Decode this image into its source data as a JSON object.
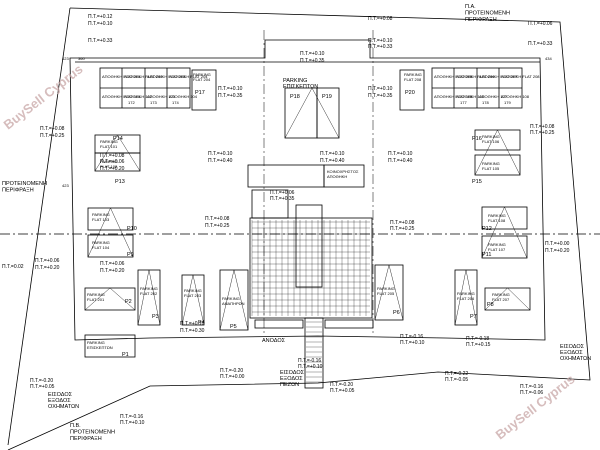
{
  "watermark": "BuySell Cyprus",
  "street_labels": {
    "top": [
      "Π.Α.",
      "ΠΡΟΤΕΙΝΟΜΕΝΗ",
      "ΠΕΡΙΦΡΑΞΗ"
    ],
    "left": [
      "ΠΡΟΤΕΙΝΟΜΕΝΗ",
      "ΠΕΡΙΦΡΑΞΗ"
    ],
    "bottom": [
      "Π.Β.",
      "ΠΡΟΤΕΙΝΟΜΕΝΗ",
      "ΠΕΡΙΦΡΑΞΗ"
    ]
  },
  "entrances": {
    "vehicle": [
      "ΕΙΣΟΔΟΣ",
      "ΕΞΟΔΟΣ",
      "ΟΧΗΜΑΤΩΝ"
    ],
    "pedestrian": [
      "ΕΙΣΟΔΟΣ",
      "ΕΞΟΔΟΣ",
      "ΠΕΖΩΝ"
    ],
    "vehicle_right": [
      "ΕΙΣΟΔΟΣ",
      "ΕΞΟΔΟΣ",
      "ΟΧΗΜΑΤΩΝ"
    ]
  },
  "ramp_label": "ΑΝΟΔΟΣ",
  "visitor_parking": [
    "PARKING",
    "ΕΠΙΣΚΕΠΤΩΝ"
  ],
  "central_services": [
    "ΚΟΙΝΟΧΡΗΣΤΟΣ",
    "ΑΠΟΘΗΚΗ"
  ],
  "dimensions": [
    "423",
    "434",
    "423",
    "360"
  ],
  "storage_rooms": {
    "left": [
      "ΑΠΟΘΗΚΗ FLAT 201",
      "ΑΠΟΘΗΚΗ FLAT 202",
      "ΑΠΟΘΗΚΗ FLAT 203",
      "ΑΠΟΘΗΚΗ FLAT 204",
      "ΑΠΟΘΗΚΗ FLAT 101",
      "ΑΠΟΘΗΚΗ 102",
      "ΑΠΟΘΗΚΗ 103",
      "ΑΠΟΘΗΚΗ 104"
    ],
    "right": [
      "ΑΠΟΘΗΚΗ FLAT 205",
      "ΑΠΟΘΗΚΗ FLAT 206",
      "ΑΠΟΘΗΚΗ FLAT 207",
      "ΑΠΟΘΗΚΗ FLAT 208",
      "ΑΠΟΘΗΚΗ FLAT 105",
      "ΑΠΟΘΗΚΗ 106",
      "ΑΠΟΘΗΚΗ 107",
      "ΑΠΟΘΗΚΗ 108"
    ],
    "numbers_left": [
      "172",
      "173",
      "174"
    ],
    "numbers_right": [
      "177",
      "178",
      "179"
    ]
  },
  "parking_spaces": [
    {
      "id": "P1",
      "label": [
        "PARKING",
        "ΕΠΙΣΚΕΠΤΩΝ"
      ]
    },
    {
      "id": "P2",
      "label": [
        "PARKING",
        "FLAT 201"
      ]
    },
    {
      "id": "P3",
      "label": [
        "PARKING",
        "FLAT 202"
      ]
    },
    {
      "id": "P4",
      "label": [
        "PARKING",
        "FLAT 203"
      ]
    },
    {
      "id": "P5",
      "label": [
        "PARKING",
        "ΑΝΑΠΗΡΩΝ"
      ]
    },
    {
      "id": "P6",
      "label": [
        "PARKING",
        "FLAT 205"
      ]
    },
    {
      "id": "P7",
      "label": [
        "PARKING",
        "FLAT 206"
      ]
    },
    {
      "id": "P8",
      "label": [
        "PARKING",
        "FLAT 207"
      ]
    },
    {
      "id": "P9",
      "label": [
        "PARKING",
        "FLAT 104"
      ]
    },
    {
      "id": "P10",
      "label": [
        "PARKING",
        "FLAT 103"
      ]
    },
    {
      "id": "P11",
      "label": [
        "PARKING",
        "FLAT 107"
      ]
    },
    {
      "id": "P12",
      "label": [
        "PARKING",
        "FLAT 108"
      ]
    },
    {
      "id": "P13",
      "label": [
        "PARKING",
        "FLAT 102"
      ]
    },
    {
      "id": "P14",
      "label": [
        "PARKING",
        "FLAT 101"
      ]
    },
    {
      "id": "P15",
      "label": [
        "PARKING",
        "FLAT 105"
      ]
    },
    {
      "id": "P16",
      "label": [
        "PARKING",
        "FLAT 106"
      ]
    },
    {
      "id": "P17",
      "label": [
        "PARKING",
        "FLAT 204"
      ]
    },
    {
      "id": "P18",
      "label": [
        "PARKING",
        "ΕΠΙΣΚΕΠΤΩΝ"
      ]
    },
    {
      "id": "P19",
      "label": [
        "",
        ""
      ]
    },
    {
      "id": "P20",
      "label": [
        "PARKING",
        "FLAT 208"
      ]
    }
  ],
  "levels": [
    "Π.Τ.=+0.12",
    "Π.Τ.=+0.10",
    "Π.Τ.=+0.33",
    "Π.Τ.=+0.08",
    "Π.Τ.=+0.06",
    "Π.Τ.=+0.33",
    "Π.Τ.=+0.10",
    "Π.Τ.=+0.35",
    "Π.Τ.=+0.10",
    "Π.Τ.=+0.33",
    "Π.Τ.=+0.10",
    "Π.Τ.=+0.35",
    "Π.Τ.=+0.10",
    "Π.Τ.=+0.35",
    "Π.Τ.=+0.08",
    "Π.Τ.=+0.25",
    "Π.Τ.=+0.08",
    "Π.Τ.=+0.25",
    "Π.Τ.=+0.08",
    "Π.Τ.=+0.06",
    "Π.Τ.=+0.20",
    "Π.Τ.=+0.10",
    "Π.Τ.=+0.40",
    "Π.Τ.=+0.10",
    "Π.Τ.=+0.40",
    "Π.Τ.=+0.10",
    "Π.Τ.=+0.40",
    "Π.Τ.=+0.06",
    "Π.Τ.=+0.35",
    "Π.Τ.=+0.08",
    "Π.Τ.=+0.25",
    "Π.Τ.=+0.08",
    "Π.Τ.=+0.25",
    "Π.Τ.=+0.00",
    "Π.Τ.=+0.20",
    "Π.Τ.=+0.06",
    "Π.Τ.=+0.20",
    "Π.Τ.=+0.06",
    "Π.Τ.=+0.20",
    "Π.Τ.=+0.10",
    "Π.Τ.=+0.30",
    "Π.Τ.=-0.16",
    "Π.Τ.=+0.10",
    "Π.Τ.=-0.16",
    "Π.Τ.=+0.10",
    "Π.Τ.=-0.18",
    "Π.Τ.=+0.15",
    "Π.Τ.=-0.20",
    "Π.Τ.=+0.05",
    "Π.Τ.=-0.16",
    "Π.Τ.=+0.10",
    "Π.Τ.=-0.20",
    "Π.Τ.=+0.00",
    "Π.Τ.=-0.20",
    "Π.Τ.=+0.05",
    "Π.Τ.=-0.22",
    "Π.Τ.=-0.05",
    "Π.Τ.=-0.16",
    "Π.Τ.=-0.06",
    "Π.Τ.=0.02"
  ]
}
